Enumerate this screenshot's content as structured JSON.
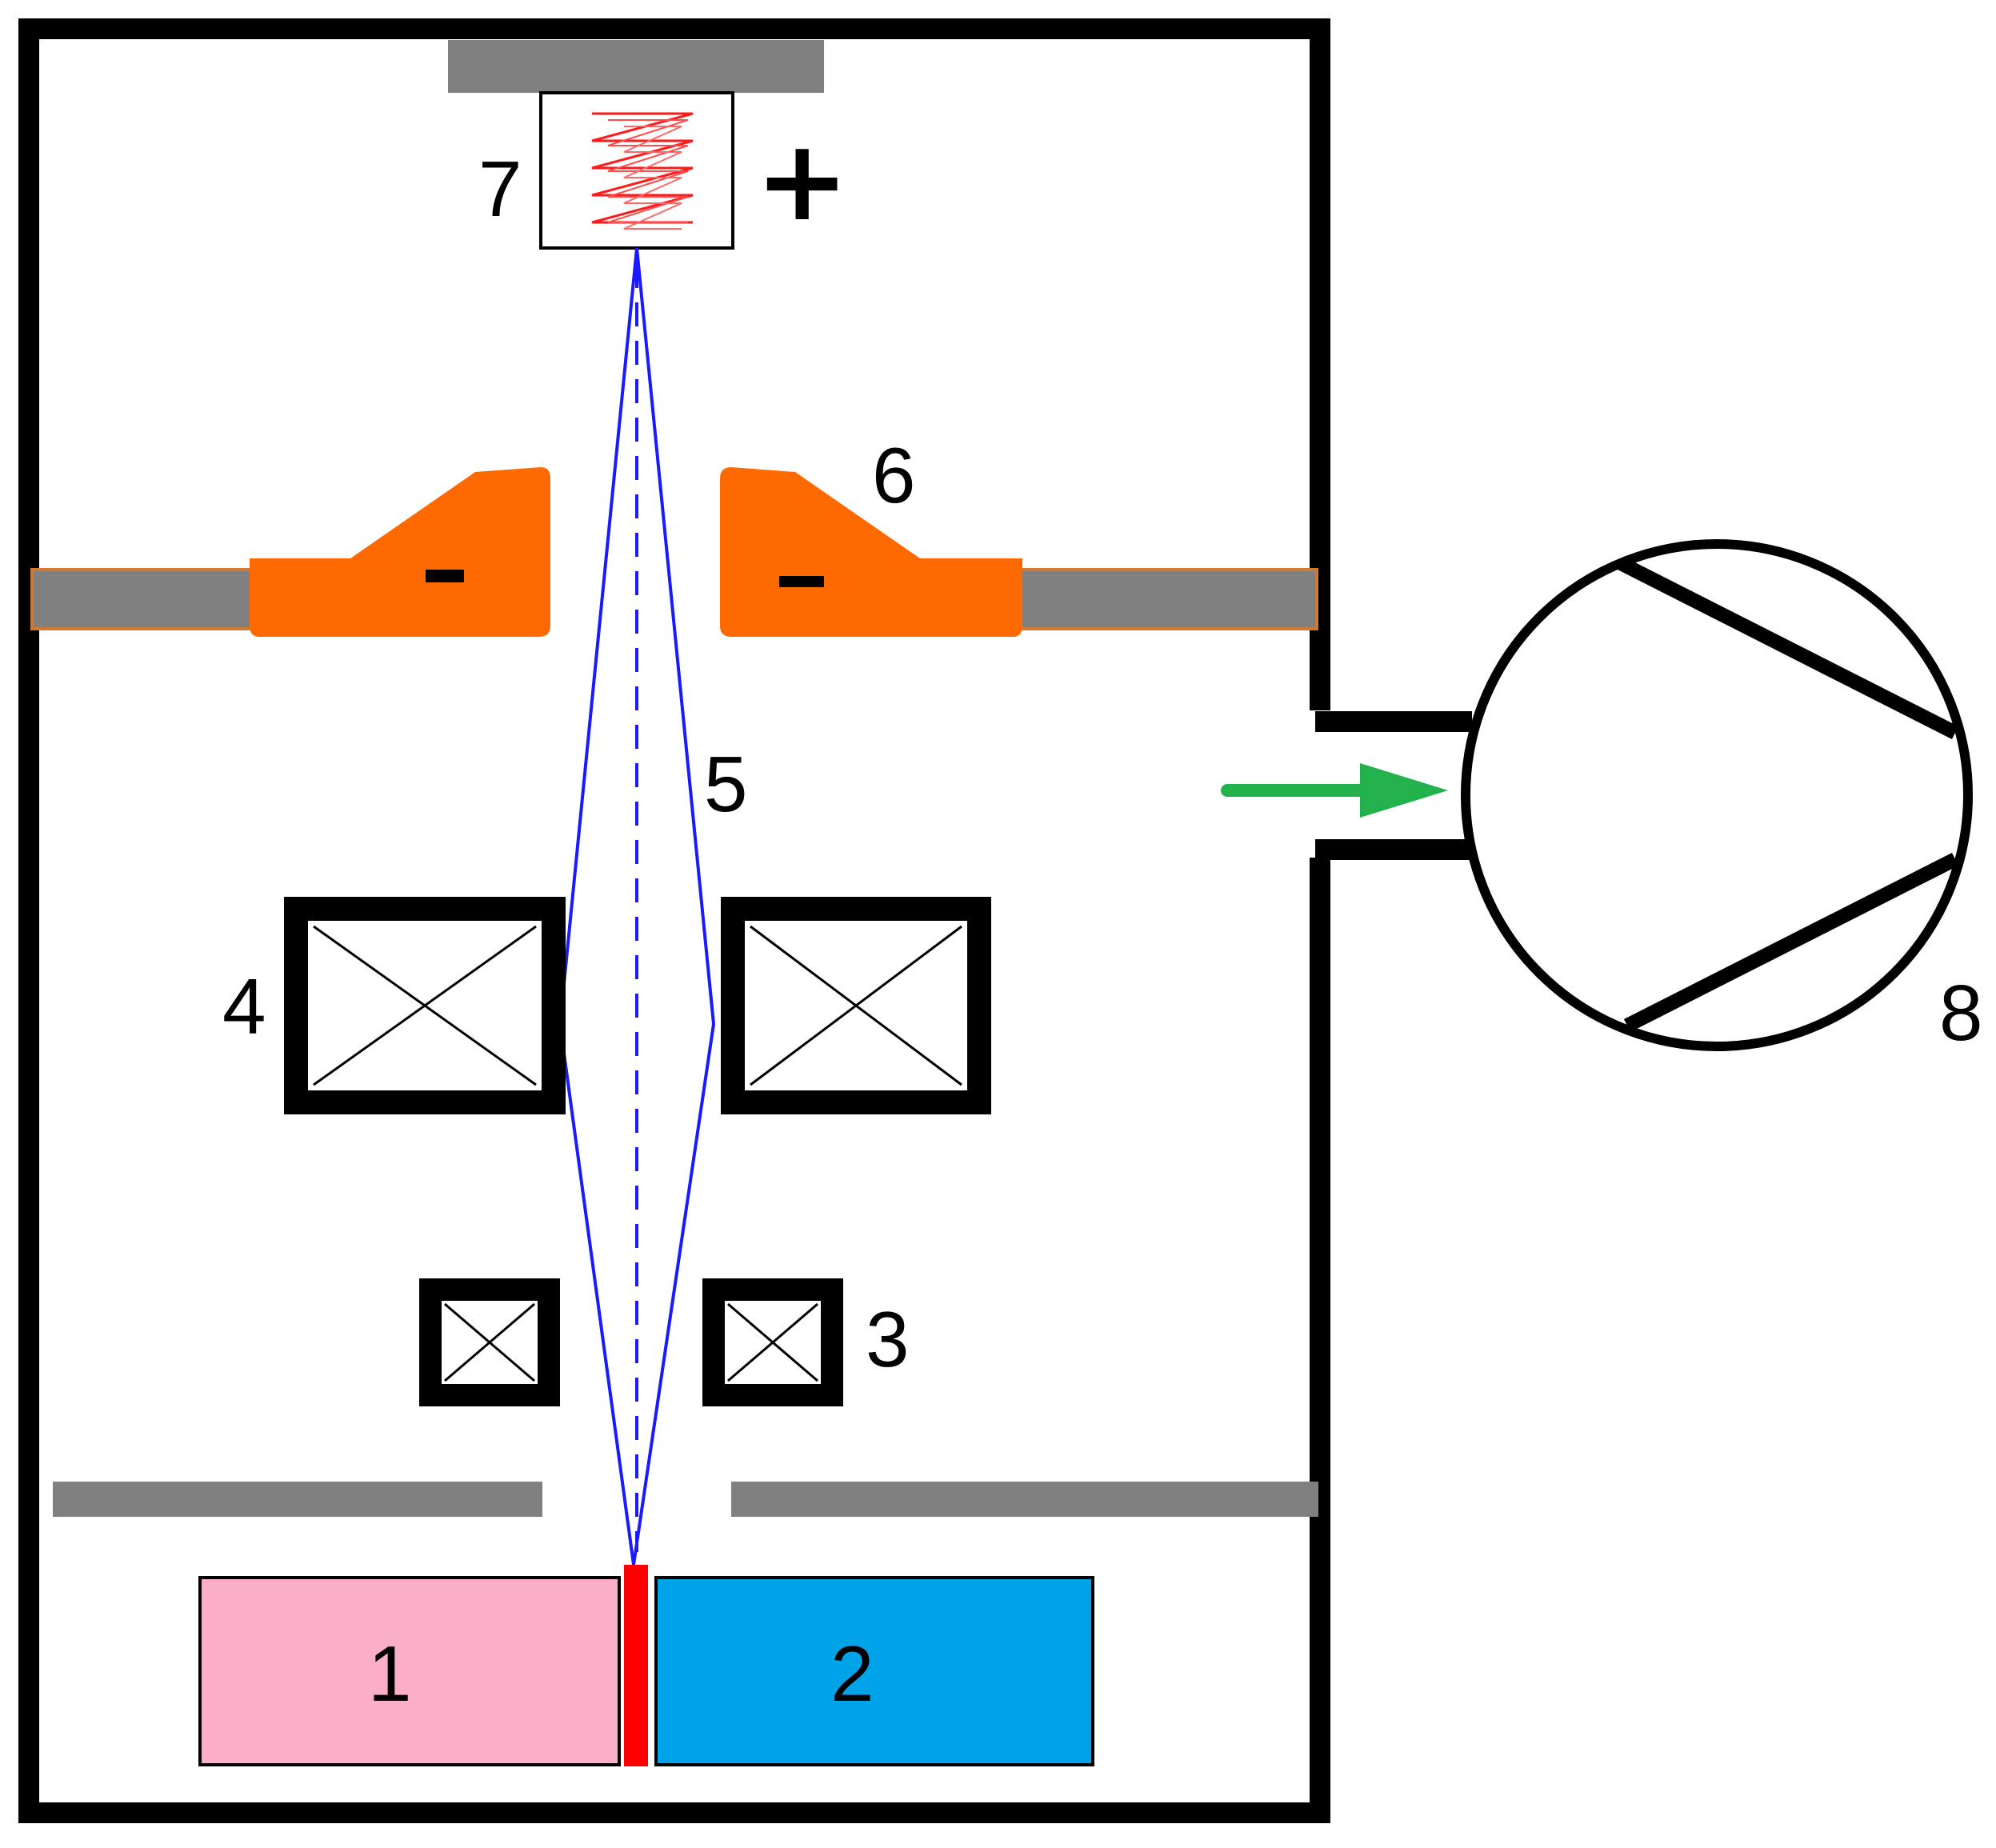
{
  "labels": {
    "part_1": "1",
    "part_2": "2",
    "part_3": "3",
    "part_4": "4",
    "part_5": "5",
    "part_6": "6",
    "part_7": "7",
    "part_8": "8"
  },
  "signs": {
    "cathode_polarity": "+",
    "electrode_left_polarity": "-",
    "electrode_right_polarity": "-"
  },
  "colors": {
    "chamber_wall": "#000000",
    "holder_gray": "#808080",
    "electrode_orange": "#ff6a00",
    "filament_red": "#ff1a1a",
    "beam_blue": "#1a1aff",
    "workpiece_1_pink": "#fbaec7",
    "workpiece_2_blue": "#00a2e8",
    "weld_seam_red": "#ff0000",
    "pump_arrow_green": "#22b14c"
  },
  "icons": {
    "coil": "cross-box-icon",
    "pump": "vacuum-pump-icon",
    "flow": "arrow-right-icon",
    "filament": "zigzag-filament-icon"
  }
}
